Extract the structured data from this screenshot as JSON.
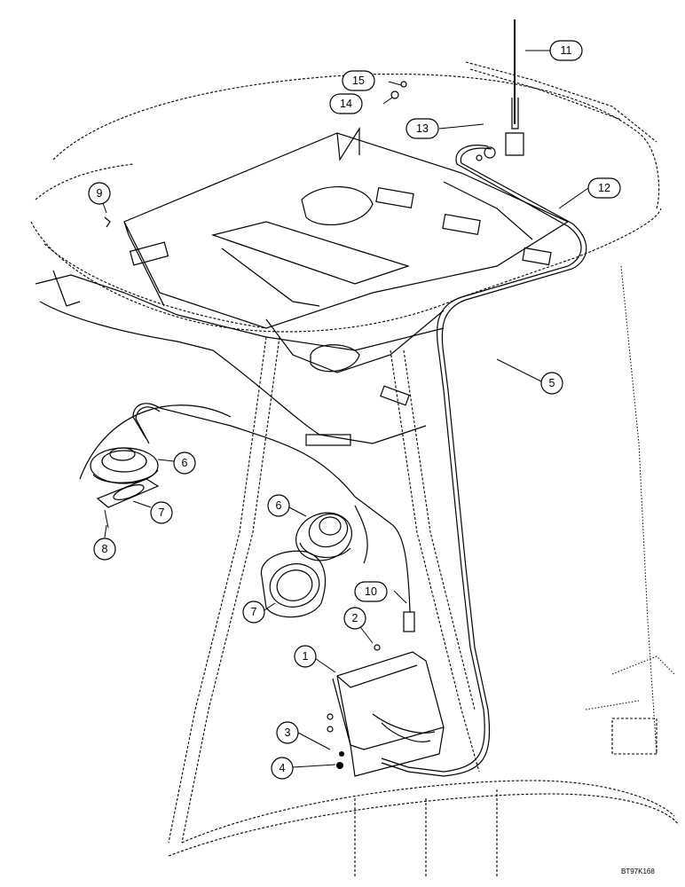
{
  "diagram": {
    "reference_code": "BT97K168",
    "callouts": [
      {
        "label": "1"
      },
      {
        "label": "2"
      },
      {
        "label": "3"
      },
      {
        "label": "4"
      },
      {
        "label": "5"
      },
      {
        "label": "6"
      },
      {
        "label": "6"
      },
      {
        "label": "7"
      },
      {
        "label": "7"
      },
      {
        "label": "8"
      },
      {
        "label": "9"
      },
      {
        "label": "10"
      },
      {
        "label": "11"
      },
      {
        "label": "12"
      },
      {
        "label": "13"
      },
      {
        "label": "14"
      },
      {
        "label": "15"
      }
    ]
  }
}
